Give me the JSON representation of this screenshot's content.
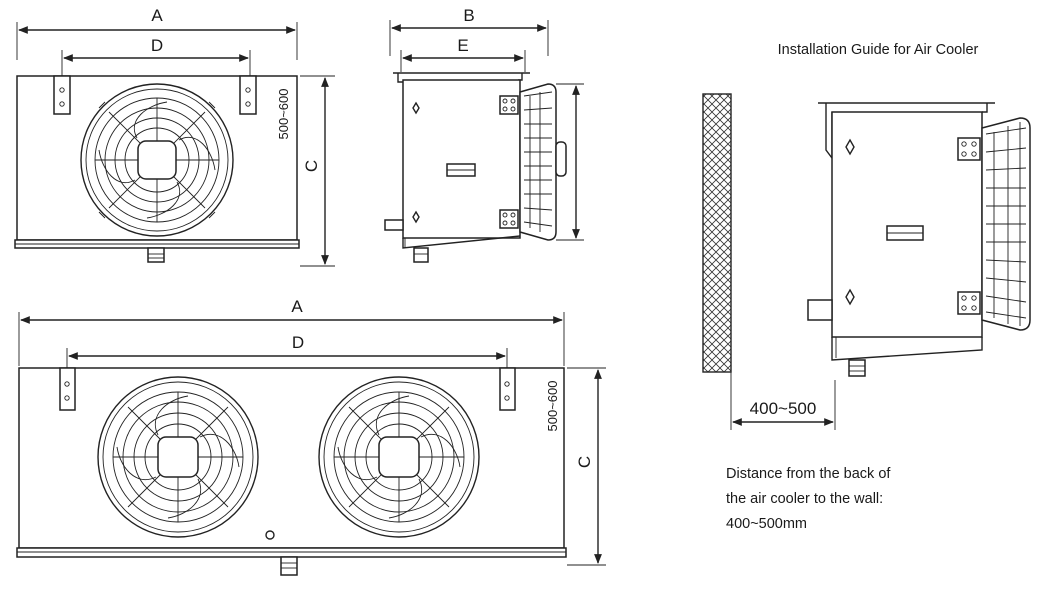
{
  "dimensions": {
    "a": "A",
    "b": "B",
    "c": "C",
    "d": "D",
    "e": "E",
    "range_500_600": "500~600"
  },
  "guide": {
    "title": "Installation Guide for Air Cooler",
    "wall_distance": "400~500",
    "note_lines": [
      "Distance from the back of",
      "the air cooler to the wall:",
      "400~500mm"
    ]
  }
}
